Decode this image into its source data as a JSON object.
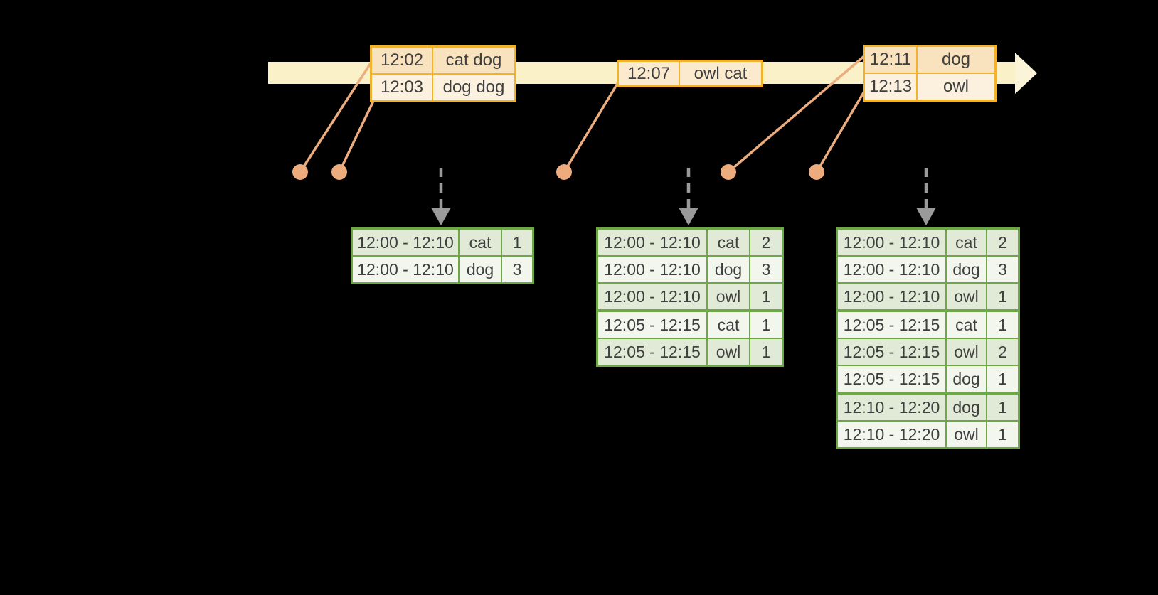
{
  "diagram": {
    "description": "windowed-grouped-aggregation-streaming-diagram",
    "background_color": "#000000",
    "colors": {
      "timeline_fill": "#FBF1C8",
      "timeline_arrowhead_fill": "#FCF4D8",
      "event_table_border": "#F1B32C",
      "event_row_peach": "#F9E2BE",
      "event_row_cream": "#FCF1DF",
      "connector_orange": "#ECAC7D",
      "result_table_border": "#6EA746",
      "result_row_dark": "#E1EAD6",
      "result_row_light": "#F2F6ED",
      "trigger_arrow_gray": "#9A9A9A",
      "text_color": "#3F3F3F"
    },
    "event_tables": [
      {
        "rows": [
          {
            "time": "12:02",
            "words": "cat dog"
          },
          {
            "time": "12:03",
            "words": "dog dog"
          }
        ]
      },
      {
        "rows": [
          {
            "time": "12:07",
            "words": "owl cat"
          }
        ]
      },
      {
        "rows": [
          {
            "time": "12:11",
            "words": "dog"
          },
          {
            "time": "12:13",
            "words": "owl"
          }
        ]
      }
    ],
    "result_tables": [
      {
        "rows": [
          {
            "window": "12:00 - 12:10",
            "word": "cat",
            "count": "1"
          },
          {
            "window": "12:00 - 12:10",
            "word": "dog",
            "count": "3"
          }
        ]
      },
      {
        "rows": [
          {
            "window": "12:00 - 12:10",
            "word": "cat",
            "count": "2"
          },
          {
            "window": "12:00 - 12:10",
            "word": "dog",
            "count": "3"
          },
          {
            "window": "12:00 - 12:10",
            "word": "owl",
            "count": "1"
          },
          {
            "window": "12:05 - 12:15",
            "word": "cat",
            "count": "1"
          },
          {
            "window": "12:05 - 12:15",
            "word": "owl",
            "count": "1"
          }
        ]
      },
      {
        "rows": [
          {
            "window": "12:00 - 12:10",
            "word": "cat",
            "count": "2"
          },
          {
            "window": "12:00 - 12:10",
            "word": "dog",
            "count": "3"
          },
          {
            "window": "12:00 - 12:10",
            "word": "owl",
            "count": "1"
          },
          {
            "window": "12:05 - 12:15",
            "word": "cat",
            "count": "1"
          },
          {
            "window": "12:05 - 12:15",
            "word": "owl",
            "count": "2"
          },
          {
            "window": "12:05 - 12:15",
            "word": "dog",
            "count": "1"
          },
          {
            "window": "12:10 - 12:20",
            "word": "dog",
            "count": "1"
          },
          {
            "window": "12:10 - 12:20",
            "word": "owl",
            "count": "1"
          }
        ]
      }
    ]
  }
}
